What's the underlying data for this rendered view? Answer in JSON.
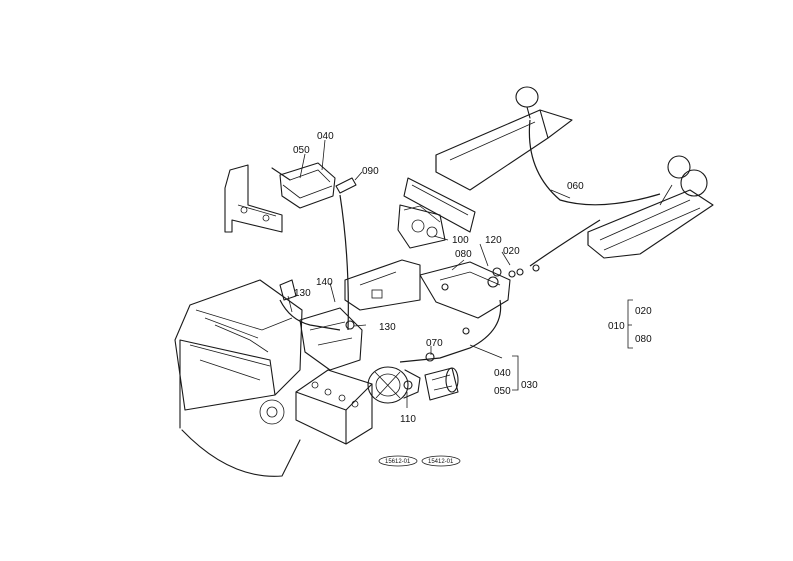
{
  "callouts": {
    "c040": "040",
    "c050": "050",
    "c090": "090",
    "c060": "060",
    "c100": "100",
    "c120": "120",
    "c020": "020",
    "c080": "080",
    "c140": "140",
    "c130a": "130",
    "c130b": "130",
    "c070": "070",
    "c040b": "040",
    "c050b": "050",
    "c030": "030",
    "c110": "110"
  },
  "legend": {
    "root": "010",
    "top": "020",
    "bottom": "080"
  },
  "ref_codes": [
    "15612-01",
    "15412-01"
  ]
}
